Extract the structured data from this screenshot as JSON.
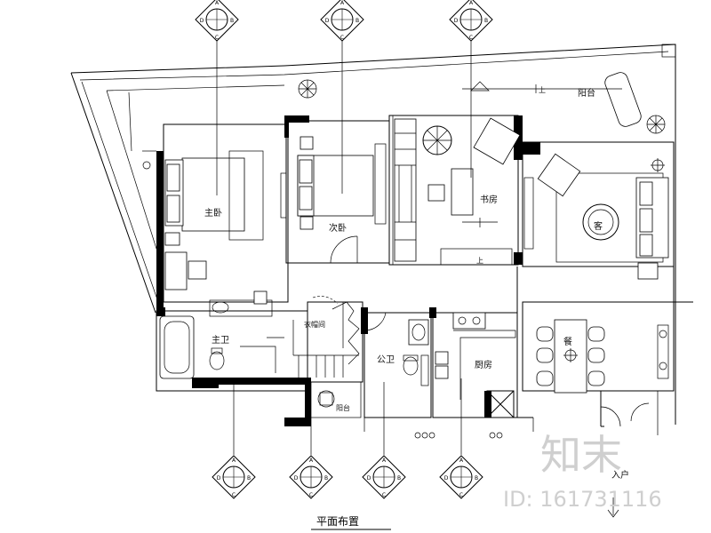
{
  "caption": "平面布置",
  "rooms": {
    "master_bedroom": "主卧",
    "second_bedroom": "次卧",
    "study": "书房",
    "living_room": "客",
    "terrace": "阳台",
    "master_bath": "主卫",
    "public_bath": "公卫",
    "kitchen": "厨房",
    "dining": "餐",
    "closet": "衣帽间",
    "balcony": "阳台",
    "entrance": "入户",
    "up_mark": "上"
  },
  "watermark": {
    "logo_text": "知末",
    "id_text": "ID: 161731116"
  },
  "symbols": {
    "index_labels": [
      "A",
      "B",
      "C",
      "D"
    ],
    "top_markers": 3,
    "bottom_markers": 4
  },
  "colors": {
    "line": "#000000",
    "watermark": "#cfcfcf"
  }
}
